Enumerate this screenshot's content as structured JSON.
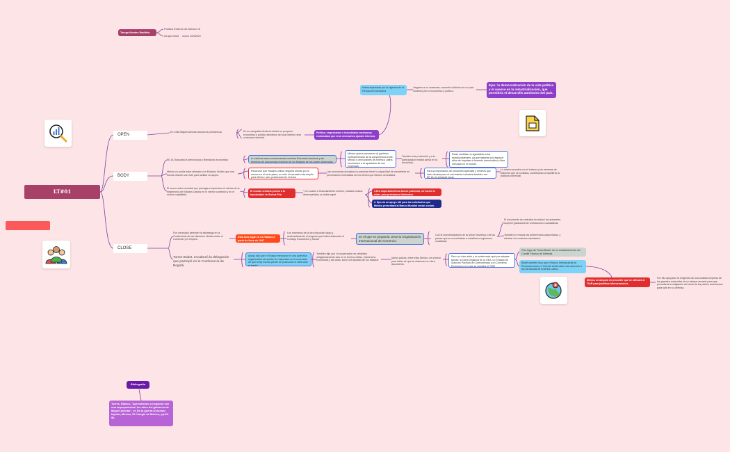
{
  "colors": {
    "background": "#fde4e6",
    "line": "#7d3fa0",
    "root": "#a8416a",
    "purple": "#8e3fc9",
    "blue_outline": "#4d78e0",
    "red": "#e02e2e",
    "orange": "#ff4a1a",
    "navy": "#1e2a8c",
    "cyan": "#7dd3f7"
  },
  "header": {
    "author": "Tarega Montes Radhika",
    "course": "Política Exterior de México III",
    "group": "Grupo 0023",
    "date": "10/02/23"
  },
  "root": {
    "label": "LT#01"
  },
  "branches": {
    "open": "OPEN",
    "body": "BODY",
    "close": "CLOSE"
  },
  "icons": {
    "analytics": "magnifier-chart-icon",
    "document": "folder-document-icon",
    "people": "people-group-icon",
    "globe": "globe-pin-icon"
  },
  "open": {
    "a": "En 1948 Miguel Alemán asumió la presidencia",
    "b": "En su campaña electoral señaló un proyecto económico y político alrededor del cual intentó crear consenso nacional.",
    "c": "Política, empresarios e industriales mexicanos reclamaban que eran necesarios ajustes internos",
    "d": "Había impulsado por la vigencia de la Revolución Mexicana",
    "e": "Llegaron a un consenso: convertir a México en un país moderno por lo económico y político.",
    "f": "Ejes: la democratización de la vida política y el avance en la industrialización, que permitiría el desarrollo autónomo del país."
  },
  "body": {
    "r1": "EE.UU buscaba la democracia y liberalismo económico",
    "r1a": "lo cual trae como consecuencia una idea Entreacto funcional y sin términos de autonomías respecto de los Estados de los cuales dependían.",
    "r1b": "México quería convencer al gobierno norteamericano de la conveniencia entre México y otros países de América Latina recurriesen a la ayudación de sus empresas.",
    "r1c": "También a la protección y a la participación estatal activa en la economía.",
    "r1d": "Estas medidas no agradaban a los estadounidenses, ya que tratarían por algunos años de impulsar el fomento democrático y libre mercado en el mundo.",
    "r2": "México no podía estar alineado con Estados Unidos que una buena relación con este país facilitar su apoyo.",
    "r2a": "Reconoce que estados unidos seguiría siendo por lo menos en el corto plazo, no sólo el mercado más amplio para México, sino prácticamente el único",
    "r2b": "Las economías europeas no parecían tener la capacidad de convertirse en proveedores inmediatas de los bienes que México necesitaba.",
    "r2c": "Para la exportación de productos agrícolas y mineros que daría divisas para el crecimiento industrial también era EE.UU el principal socio.",
    "r2d": "Lo mismo sucedía con el turismo y las remesas de braceros que se confiaba, contribuirían a equilibrar la balanza comercial.",
    "r3": "El nuevo orden mundial que presagia a imprimirse el interés de la hegemonía de Estados Unidos en el interior comercio y en el mundo capitalista.",
    "r3a": "El mundo entraría pronto a la bipolaridad: la Guerra Fría",
    "r3b": "Y en cuanto a financiamiento externo, estados unidos desempeñaba un doble papel",
    "r3c": "1.Era importante/tenia fuente potencial, de fuerte lo dólar, para préstamos bilaterales.",
    "r3d": "2. Ejercía un apoyo útil para las solicitudes que México presentará al Banco Mundial serían cocido."
  },
  "close": {
    "a": "Fue necesario defender la estrategia en la Conferencia de las Naciones Unidas sobre el Comercio y el empleo.",
    "b": "Esta tuvo lugar en La Habana a partir de fines de 1947",
    "c": "Los miembros de la otra discusión largo y acaloradamente el proyecto que había elaborado el Consejo Económico y Social",
    "d": "en el que se proponía crear la Organización Internacional de Comercio.",
    "e": "Con la reprofundización de la Unión Soviética y de los países que se encontraban a establecer regímenes socialistas",
    "f": "El documento se centraba en reducir los aranceles, suprimir gradualmente restricciones cuantitativas",
    "g": "También en reducir las preferencias arancelarias, y eliminar los controles cambiarios.",
    "h": "Torres Bodet, encabezó la delegación que participó en la Conferencia de Bogotá.",
    "i": "Apoyó dijo que el ‘Estado mexicano en una auténtica organización de auxilio no respondes en la concesión de que la ley escrita pierde de protección el débil ante el fuerte’",
    "j": "También dijo que ‘la cooperación se señalaba obligatoriamente sólo en el terreno militar, mientras la económica y las otras, lucen era facultad de los estados’",
    "k": "Varios países, entre ellos México, se unieron para tratar de que se elaborara un obra documento.",
    "l": "Pero no hubo éxito y la conferencia optó por adoptar tareas: la Carta Orgánica de la OEA, un Tratado de Solución Pacífica de Controversias y un Convenio Económico a lo que se sumaba el TIAR",
    "m": "Otro logro de Torres Bodet, fue el establecimiento del Comité Técnico de Defensa.",
    "n": "Bodet también hizo que el Banco Internacional de Reconstrucción y Fomento debió darle más atención a las demandas de América Latina.",
    "o": "México se ampara en proceder que se utilizará el TIAR para justificar intervenciones.",
    "p": "Por ello apoyaron la exigencia de una solicitud expresa de los grandes contraídos de un ataque armado para que procediera la obligación del resto de los países americanos para salir en su defensa."
  },
  "bib": {
    "title": "Bibliografía",
    "ref": "Torres, Blanca, \"Aprendiendo a negociar con una superpotencia: los años del gobierno de Miguel Alemán\", en De la guerra al mundo bipolar, México, El Colegio de México, pp.65-96."
  }
}
